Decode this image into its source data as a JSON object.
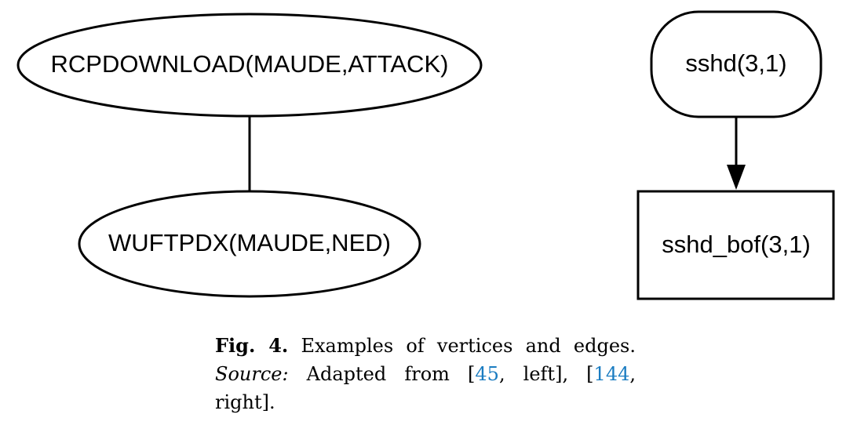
{
  "diagram": {
    "left": {
      "top_node": "RCPDOWNLOAD(MAUDE,ATTACK)",
      "bottom_node": "WUFTPDX(MAUDE,NED)"
    },
    "right": {
      "top_node": "sshd(3,1)",
      "bottom_node": "sshd_bof(3,1)"
    }
  },
  "caption": {
    "label": "Fig. 4.",
    "text": "Examples of vertices and edges.",
    "source_label": "Source:",
    "source_text_1": "Adapted from [",
    "ref_1": "45",
    "source_text_2": ", left], [",
    "ref_2": "144",
    "source_text_3": ", right]."
  },
  "colors": {
    "stroke": "#000000",
    "link": "#1a7cc1"
  }
}
